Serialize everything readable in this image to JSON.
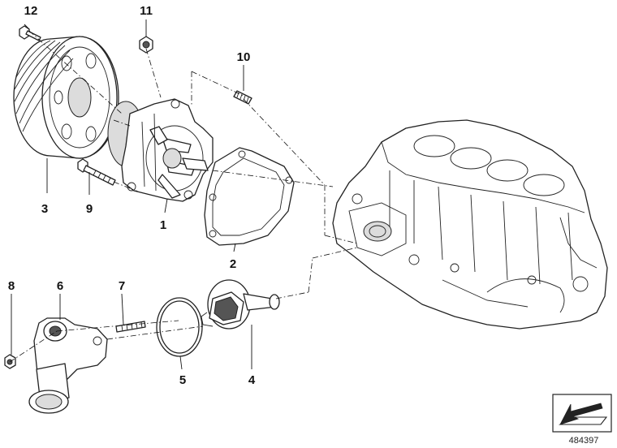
{
  "callouts": {
    "c1": "1",
    "c2": "2",
    "c3": "3",
    "c4": "4",
    "c5": "5",
    "c6": "6",
    "c7": "7",
    "c8": "8",
    "c9": "9",
    "c10": "10",
    "c11": "11",
    "c12": "12"
  },
  "document_number": "484397",
  "icons": {
    "orientation_symbol": "arrow-icon"
  }
}
